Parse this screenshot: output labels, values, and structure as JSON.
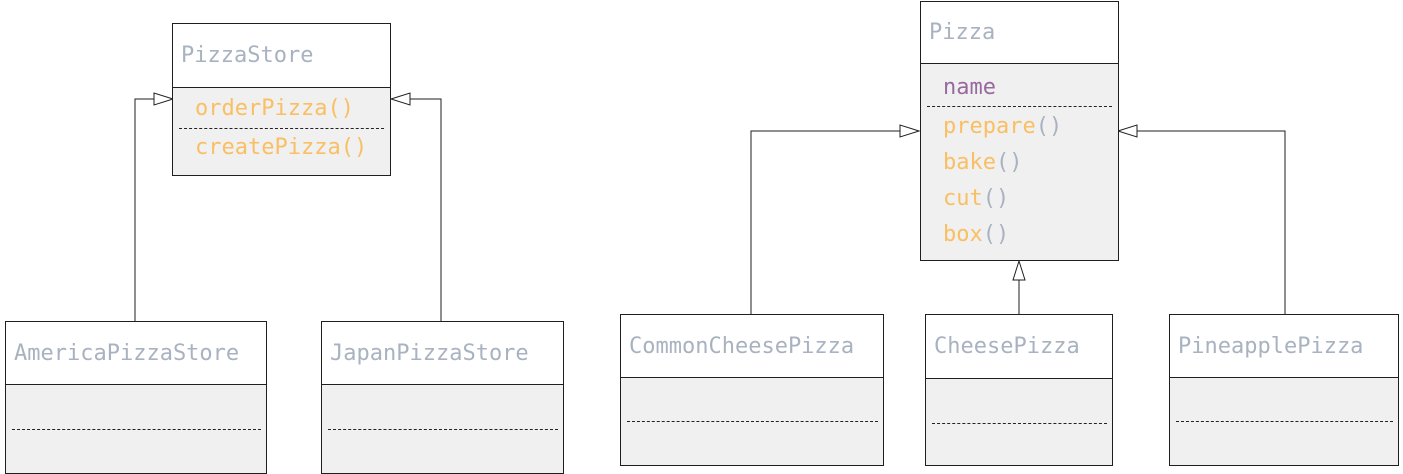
{
  "pizza_store": {
    "name": "PizzaStore",
    "methods": [
      {
        "name": "orderPizza",
        "parens": "()"
      },
      {
        "name": "createPizza",
        "parens": "()"
      }
    ]
  },
  "america_pizza_store": {
    "name": "AmericaPizzaStore"
  },
  "japan_pizza_store": {
    "name": "JapanPizzaStore"
  },
  "pizza": {
    "name": "Pizza",
    "field": "name",
    "methods": [
      {
        "name": "prepare",
        "parens": "()"
      },
      {
        "name": "bake",
        "parens": "()"
      },
      {
        "name": "cut",
        "parens": "()"
      },
      {
        "name": "box",
        "parens": "()"
      }
    ]
  },
  "common_cheese_pizza": {
    "name": "CommonCheesePizza"
  },
  "cheese_pizza": {
    "name": "CheesePizza"
  },
  "pineapple_pizza": {
    "name": "PineapplePizza"
  },
  "colors": {
    "class_name": "#a8b2c0",
    "method": "#f9bf62",
    "field": "#97699c",
    "body_fill": "#f0f0f0",
    "line": "#1f1f1f"
  }
}
